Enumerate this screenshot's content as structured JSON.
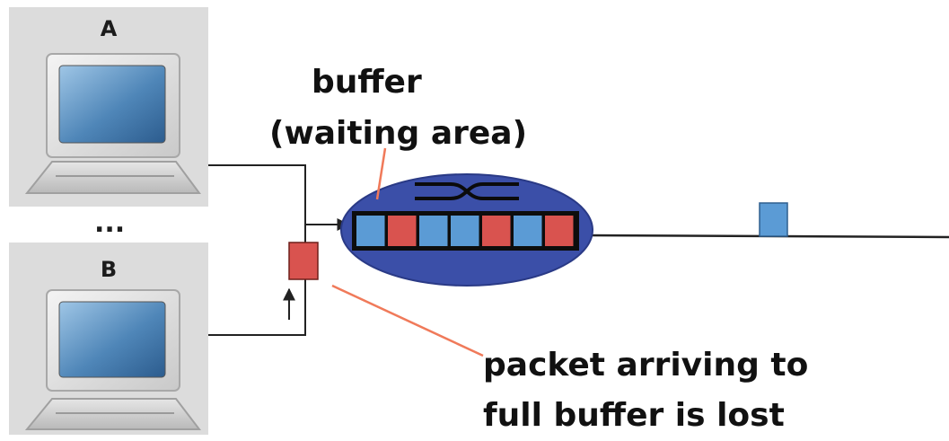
{
  "hosts": [
    {
      "label": "A"
    },
    {
      "label": "B"
    }
  ],
  "ellipsis": "...",
  "buffer_label": {
    "line1": "buffer",
    "line2": "(waiting area)"
  },
  "lost_label": {
    "line1": "packet arriving to",
    "line2": "full buffer is lost"
  },
  "queue": {
    "packets": [
      "blue",
      "red",
      "blue",
      "blue",
      "red",
      "blue",
      "red"
    ]
  },
  "colors": {
    "packet_blue": "#5b9bd5",
    "packet_red": "#d9534f",
    "router": "#3b4fa8",
    "callout_line": "#f07a5a",
    "link": "#222222"
  }
}
